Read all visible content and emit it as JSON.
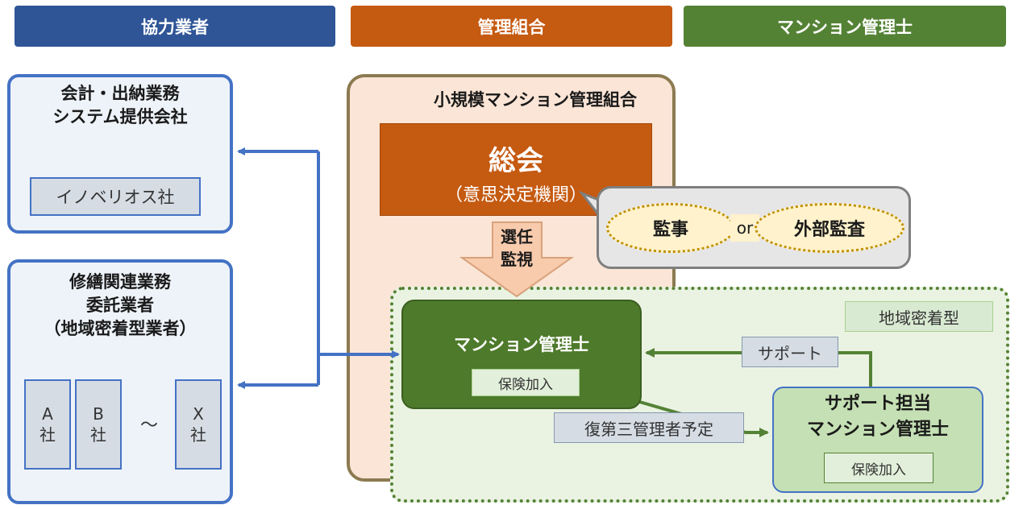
{
  "headers": {
    "partners": "協力業者",
    "association": "管理組合",
    "manager": "マンション管理士"
  },
  "accounting": {
    "title": "会計・出納業務\nシステム提供会社",
    "company": "イノベリオス社"
  },
  "repair": {
    "title": "修繕関連業務\n委託業者\n（地域密着型業者）",
    "company_a": "A\n社",
    "company_b": "B\n社",
    "tilde": "～",
    "company_x": "X\n社"
  },
  "association_box": {
    "title": "小規模マンション管理組合",
    "assembly_title": "総会",
    "assembly_sub": "（意思決定機関）",
    "arrow_label": "選任\n監視"
  },
  "audit": {
    "auditor": "監事",
    "or": "or",
    "external": "外部監査"
  },
  "local": {
    "label": "地域密着型",
    "manager_title": "マンション管理士",
    "manager_insurance": "保険加入",
    "support_label": "サポート",
    "sub_manager_label": "復第三管理者予定",
    "support_title": "サポート担当\nマンション管理士",
    "support_insurance": "保険加入"
  },
  "colors": {
    "blue_header": "#2f5597",
    "orange_header": "#c55a11",
    "green_header": "#548235",
    "light_blue_fill": "#eef3f9",
    "blue_border": "#4472c4",
    "association_fill": "#fbe5d6",
    "association_border": "#8c7a51",
    "dark_green": "#4e7a2b",
    "light_green": "#e2efda"
  }
}
